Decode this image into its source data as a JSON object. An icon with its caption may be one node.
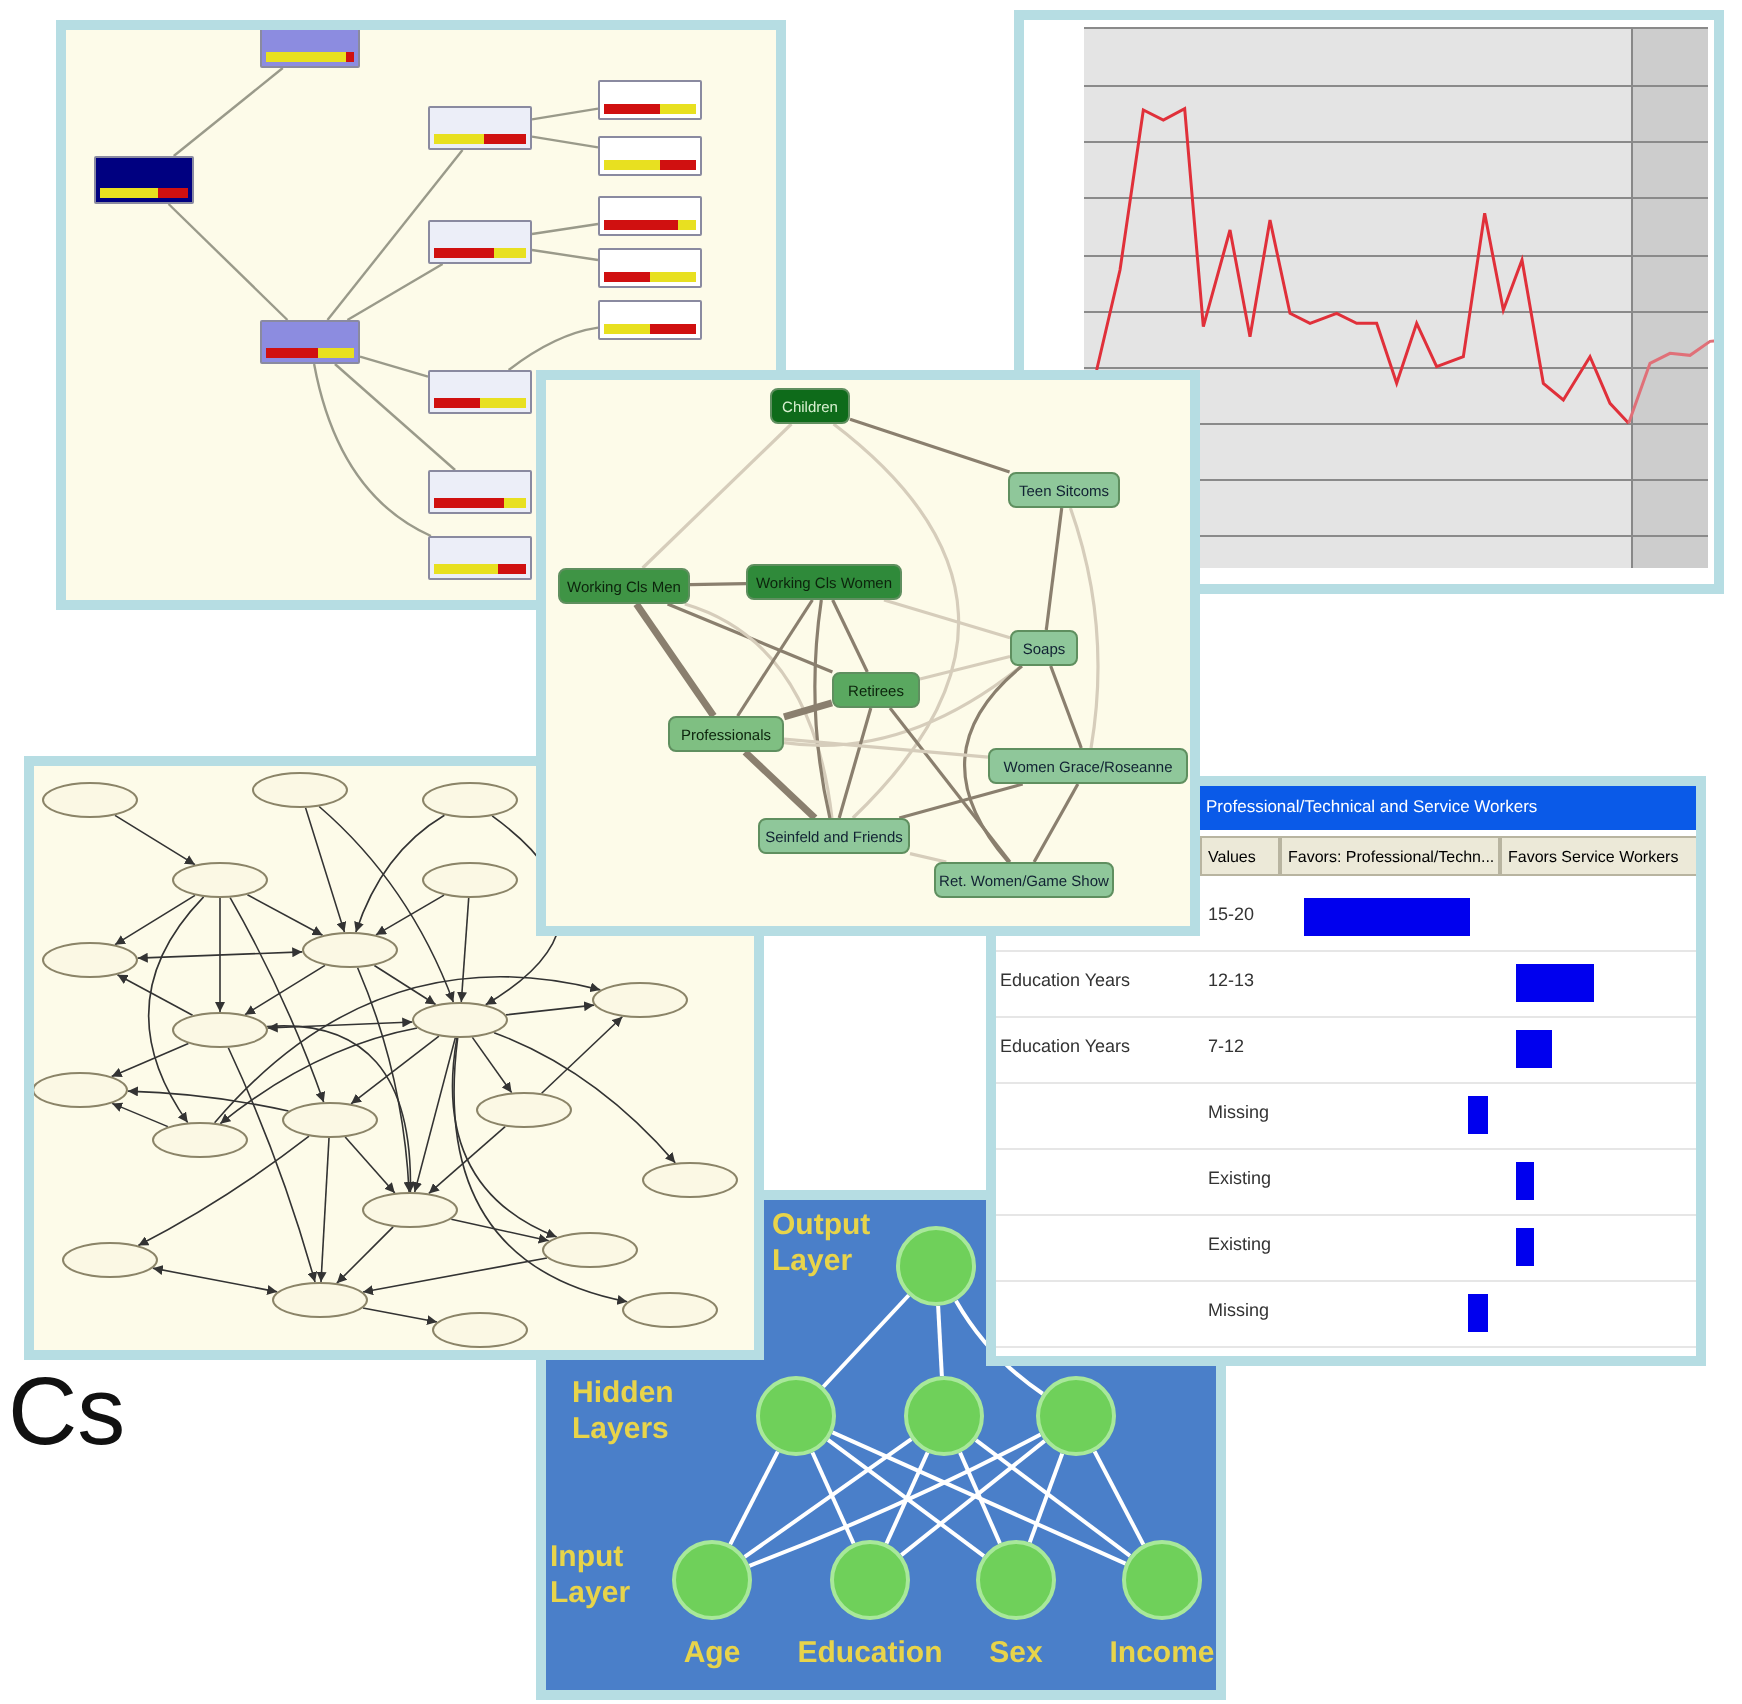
{
  "diagram": {
    "nodes": [
      {
        "text": [],
        "shape": "box"
      },
      {
        "text": [],
        "shape": "box"
      },
      {
        "text": [],
        "shape": "box"
      },
      {
        "text": [],
        "shape": "box"
      },
      {
        "text": [],
        "shape": "box"
      },
      {
        "text": [],
        "shape": "box"
      },
      {
        "text": [],
        "shape": "box"
      },
      {
        "text": [],
        "shape": "box"
      },
      {
        "text": [],
        "shape": "box"
      },
      {
        "text": [],
        "shape": "box"
      },
      {
        "text": [],
        "shape": "box"
      },
      {
        "text": [],
        "shape": "box"
      },
      {
        "text": [],
        "shape": "box"
      },
      {
        "text": [
          "Children"
        ]
      },
      {
        "text": [
          "Teen Sitcoms"
        ]
      },
      {
        "text": [
          "Working Cls Men"
        ]
      },
      {
        "text": [
          "Working Cls Women"
        ]
      },
      {
        "text": [
          "Soaps"
        ]
      },
      {
        "text": [
          "Retirees"
        ]
      },
      {
        "text": [
          "Professionals"
        ]
      },
      {
        "text": [
          "Women Grace/Roseanne"
        ]
      },
      {
        "text": [
          "Seinfeld and Friends"
        ]
      },
      {
        "text": [
          "Ret. Women/Game Show"
        ]
      },
      {
        "text": [],
        "shape": "ellipse"
      },
      {
        "text": [],
        "shape": "ellipse"
      },
      {
        "text": [],
        "shape": "ellipse"
      },
      {
        "text": [],
        "shape": "ellipse"
      },
      {
        "text": [],
        "shape": "ellipse"
      },
      {
        "text": [],
        "shape": "ellipse"
      },
      {
        "text": [],
        "shape": "ellipse"
      },
      {
        "text": [],
        "shape": "ellipse"
      },
      {
        "text": [],
        "shape": "ellipse"
      },
      {
        "text": [],
        "shape": "ellipse"
      },
      {
        "text": [],
        "shape": "ellipse"
      },
      {
        "text": [],
        "shape": "ellipse"
      },
      {
        "text": [],
        "shape": "ellipse"
      },
      {
        "text": [],
        "shape": "ellipse"
      },
      {
        "text": [],
        "shape": "ellipse"
      },
      {
        "text": [],
        "shape": "ellipse"
      },
      {
        "text": [],
        "shape": "ellipse"
      },
      {
        "text": [],
        "shape": "ellipse"
      },
      {
        "text": [],
        "shape": "ellipse"
      },
      {
        "text": [],
        "shape": "ellipse"
      },
      {
        "text": [],
        "shape": "ellipse"
      },
      {
        "text": [],
        "shape": "circle"
      },
      {
        "text": [],
        "shape": "circle"
      },
      {
        "text": [],
        "shape": "circle"
      },
      {
        "text": [],
        "shape": "circle"
      },
      {
        "text": [],
        "shape": "circle",
        "beside": [
          "Age"
        ]
      },
      {
        "text": [],
        "shape": "circle",
        "beside": [
          "Education"
        ]
      },
      {
        "text": [],
        "shape": "circle",
        "beside": [
          "Sex"
        ]
      },
      {
        "text": [],
        "shape": "circle",
        "beside": [
          "Income"
        ]
      }
    ],
    "edges": [
      {
        "from": 0,
        "to": 1,
        "arrow": "none",
        "color": "#9a9a8a"
      },
      {
        "from": 0,
        "to": 2,
        "arrow": "none",
        "color": "#9a9a8a"
      },
      {
        "from": 2,
        "to": 3,
        "arrow": "none",
        "color": "#9a9a8a"
      },
      {
        "from": 2,
        "to": 6,
        "arrow": "none",
        "color": "#9a9a8a"
      },
      {
        "from": 2,
        "to": 9,
        "arrow": "none",
        "color": "#9a9a8a"
      },
      {
        "from": 2,
        "to": 11,
        "arrow": "none",
        "color": "#9a9a8a"
      },
      {
        "from": 2,
        "to": 12,
        "arrow": "none",
        "color": "#9a9a8a"
      },
      {
        "from": 3,
        "to": 4,
        "arrow": "none",
        "color": "#9a9a8a"
      },
      {
        "from": 3,
        "to": 5,
        "arrow": "none",
        "color": "#9a9a8a"
      },
      {
        "from": 6,
        "to": 7,
        "arrow": "none",
        "color": "#9a9a8a"
      },
      {
        "from": 6,
        "to": 8,
        "arrow": "none",
        "color": "#9a9a8a"
      },
      {
        "from": 9,
        "to": 10,
        "arrow": "none",
        "color": "#9a9a8a"
      },
      {
        "from": 13,
        "to": 14,
        "arrow": "none",
        "color": "#8a7f6e"
      },
      {
        "from": 13,
        "to": 15,
        "arrow": "none",
        "color": "#d6cdbb"
      },
      {
        "from": 13,
        "to": 21,
        "arrow": "none",
        "color": "#d6cdbb"
      },
      {
        "from": 15,
        "to": 16,
        "arrow": "none",
        "color": "#8a7f6e"
      },
      {
        "from": 15,
        "to": 19,
        "arrow": "none",
        "style": "thick",
        "color": "#8a7f6e"
      },
      {
        "from": 15,
        "to": 18,
        "arrow": "none",
        "color": "#8a7f6e"
      },
      {
        "from": 15,
        "to": 21,
        "arrow": "none",
        "color": "#d6cdbb"
      },
      {
        "from": 16,
        "to": 19,
        "arrow": "none",
        "color": "#8a7f6e"
      },
      {
        "from": 16,
        "to": 18,
        "arrow": "none",
        "color": "#8a7f6e"
      },
      {
        "from": 16,
        "to": 21,
        "arrow": "none",
        "color": "#8a7f6e"
      },
      {
        "from": 16,
        "to": 17,
        "arrow": "none",
        "color": "#d6cdbb"
      },
      {
        "from": 14,
        "to": 17,
        "arrow": "none",
        "color": "#8a7f6e"
      },
      {
        "from": 14,
        "to": 20,
        "arrow": "none",
        "color": "#d6cdbb"
      },
      {
        "from": 17,
        "to": 18,
        "arrow": "none",
        "color": "#d6cdbb"
      },
      {
        "from": 17,
        "to": 19,
        "arrow": "none",
        "color": "#d6cdbb"
      },
      {
        "from": 17,
        "to": 20,
        "arrow": "none",
        "color": "#8a7f6e"
      },
      {
        "from": 17,
        "to": 22,
        "arrow": "none",
        "color": "#8a7f6e"
      },
      {
        "from": 18,
        "to": 19,
        "arrow": "none",
        "style": "thick",
        "color": "#8a7f6e"
      },
      {
        "from": 18,
        "to": 21,
        "arrow": "none",
        "color": "#8a7f6e"
      },
      {
        "from": 18,
        "to": 22,
        "arrow": "none",
        "color": "#8a7f6e"
      },
      {
        "from": 19,
        "to": 21,
        "arrow": "none",
        "style": "thick",
        "color": "#8a7f6e"
      },
      {
        "from": 19,
        "to": 20,
        "arrow": "none",
        "color": "#d6cdbb"
      },
      {
        "from": 20,
        "to": 21,
        "arrow": "none",
        "color": "#8a7f6e"
      },
      {
        "from": 20,
        "to": 22,
        "arrow": "none",
        "color": "#8a7f6e"
      },
      {
        "from": 21,
        "to": 22,
        "arrow": "none",
        "color": "#d6cdbb"
      },
      {
        "from": 23,
        "to": 29,
        "arrow": "to"
      },
      {
        "from": 23,
        "to": 31,
        "arrow": "to"
      },
      {
        "from": 25,
        "to": 29,
        "arrow": "to"
      },
      {
        "from": 25,
        "to": 31,
        "arrow": "to"
      },
      {
        "from": 26,
        "to": 29,
        "arrow": "to"
      },
      {
        "from": 26,
        "to": 31,
        "arrow": "to"
      },
      {
        "from": 24,
        "to": 27,
        "arrow": "to"
      },
      {
        "from": 27,
        "to": 28,
        "arrow": "to"
      },
      {
        "from": 27,
        "to": 29,
        "arrow": "to"
      },
      {
        "from": 27,
        "to": 30,
        "arrow": "to"
      },
      {
        "from": 27,
        "to": 33,
        "arrow": "to"
      },
      {
        "from": 27,
        "to": 35,
        "arrow": "to"
      },
      {
        "from": 28,
        "to": 29,
        "arrow": "both"
      },
      {
        "from": 30,
        "to": 28,
        "arrow": "to"
      },
      {
        "from": 29,
        "to": 30,
        "arrow": "to"
      },
      {
        "from": 29,
        "to": 31,
        "arrow": "to"
      },
      {
        "from": 30,
        "to": 31,
        "arrow": "both"
      },
      {
        "from": 30,
        "to": 32,
        "arrow": "to"
      },
      {
        "from": 33,
        "to": 32,
        "arrow": "to"
      },
      {
        "from": 35,
        "to": 32,
        "arrow": "to"
      },
      {
        "from": 31,
        "to": 33,
        "arrow": "to"
      },
      {
        "from": 31,
        "to": 34,
        "arrow": "to"
      },
      {
        "from": 33,
        "to": 34,
        "arrow": "to"
      },
      {
        "from": 31,
        "to": 35,
        "arrow": "to"
      },
      {
        "from": 31,
        "to": 36,
        "arrow": "to"
      },
      {
        "from": 31,
        "to": 38,
        "arrow": "to"
      },
      {
        "from": 31,
        "to": 37,
        "arrow": "to"
      },
      {
        "from": 31,
        "to": 42,
        "arrow": "to"
      },
      {
        "from": 31,
        "to": 39,
        "arrow": "to"
      },
      {
        "from": 35,
        "to": 38,
        "arrow": "to"
      },
      {
        "from": 35,
        "to": 41,
        "arrow": "to"
      },
      {
        "from": 35,
        "to": 40,
        "arrow": "to"
      },
      {
        "from": 36,
        "to": 38,
        "arrow": "to"
      },
      {
        "from": 36,
        "to": 34,
        "arrow": "to"
      },
      {
        "from": 30,
        "to": 38,
        "arrow": "to"
      },
      {
        "from": 30,
        "to": 41,
        "arrow": "to"
      },
      {
        "from": 29,
        "to": 38,
        "arrow": "to"
      },
      {
        "from": 38,
        "to": 41,
        "arrow": "to"
      },
      {
        "from": 38,
        "to": 39,
        "arrow": "to"
      },
      {
        "from": 39,
        "to": 41,
        "arrow": "to"
      },
      {
        "from": 40,
        "to": 41,
        "arrow": "both"
      },
      {
        "from": 41,
        "to": 43,
        "arrow": "to"
      },
      {
        "from": 45,
        "to": 44,
        "arrow": "none",
        "color": "#ffffff"
      },
      {
        "from": 46,
        "to": 44,
        "arrow": "none",
        "color": "#ffffff"
      },
      {
        "from": 47,
        "to": 44,
        "arrow": "none",
        "color": "#ffffff"
      },
      {
        "from": 45,
        "to": 48,
        "arrow": "none",
        "color": "#ffffff"
      },
      {
        "from": 45,
        "to": 49,
        "arrow": "none",
        "color": "#ffffff"
      },
      {
        "from": 45,
        "to": 50,
        "arrow": "none",
        "color": "#ffffff"
      },
      {
        "from": 45,
        "to": 51,
        "arrow": "none",
        "color": "#ffffff"
      },
      {
        "from": 46,
        "to": 48,
        "arrow": "none",
        "color": "#ffffff"
      },
      {
        "from": 46,
        "to": 49,
        "arrow": "none",
        "color": "#ffffff"
      },
      {
        "from": 46,
        "to": 50,
        "arrow": "none",
        "color": "#ffffff"
      },
      {
        "from": 46,
        "to": 51,
        "arrow": "none",
        "color": "#ffffff"
      },
      {
        "from": 47,
        "to": 48,
        "arrow": "none",
        "color": "#ffffff"
      },
      {
        "from": 47,
        "to": 49,
        "arrow": "none",
        "color": "#ffffff"
      },
      {
        "from": 47,
        "to": 50,
        "arrow": "none",
        "color": "#ffffff"
      },
      {
        "from": 47,
        "to": 51,
        "arrow": "none",
        "color": "#ffffff"
      }
    ],
    "labels": [
      "Output Layer",
      "Hidden Layers",
      "Input Layer",
      "Cs",
      "Professional/Technical and Service Workers",
      "Values",
      "Favors: Professional/Techn...",
      "Favors Service Workers",
      "15-20",
      "Education Years",
      "12-13",
      "Education Years",
      "7-12",
      "Missing",
      "Existing",
      "Existing",
      "Missing"
    ]
  }
}
